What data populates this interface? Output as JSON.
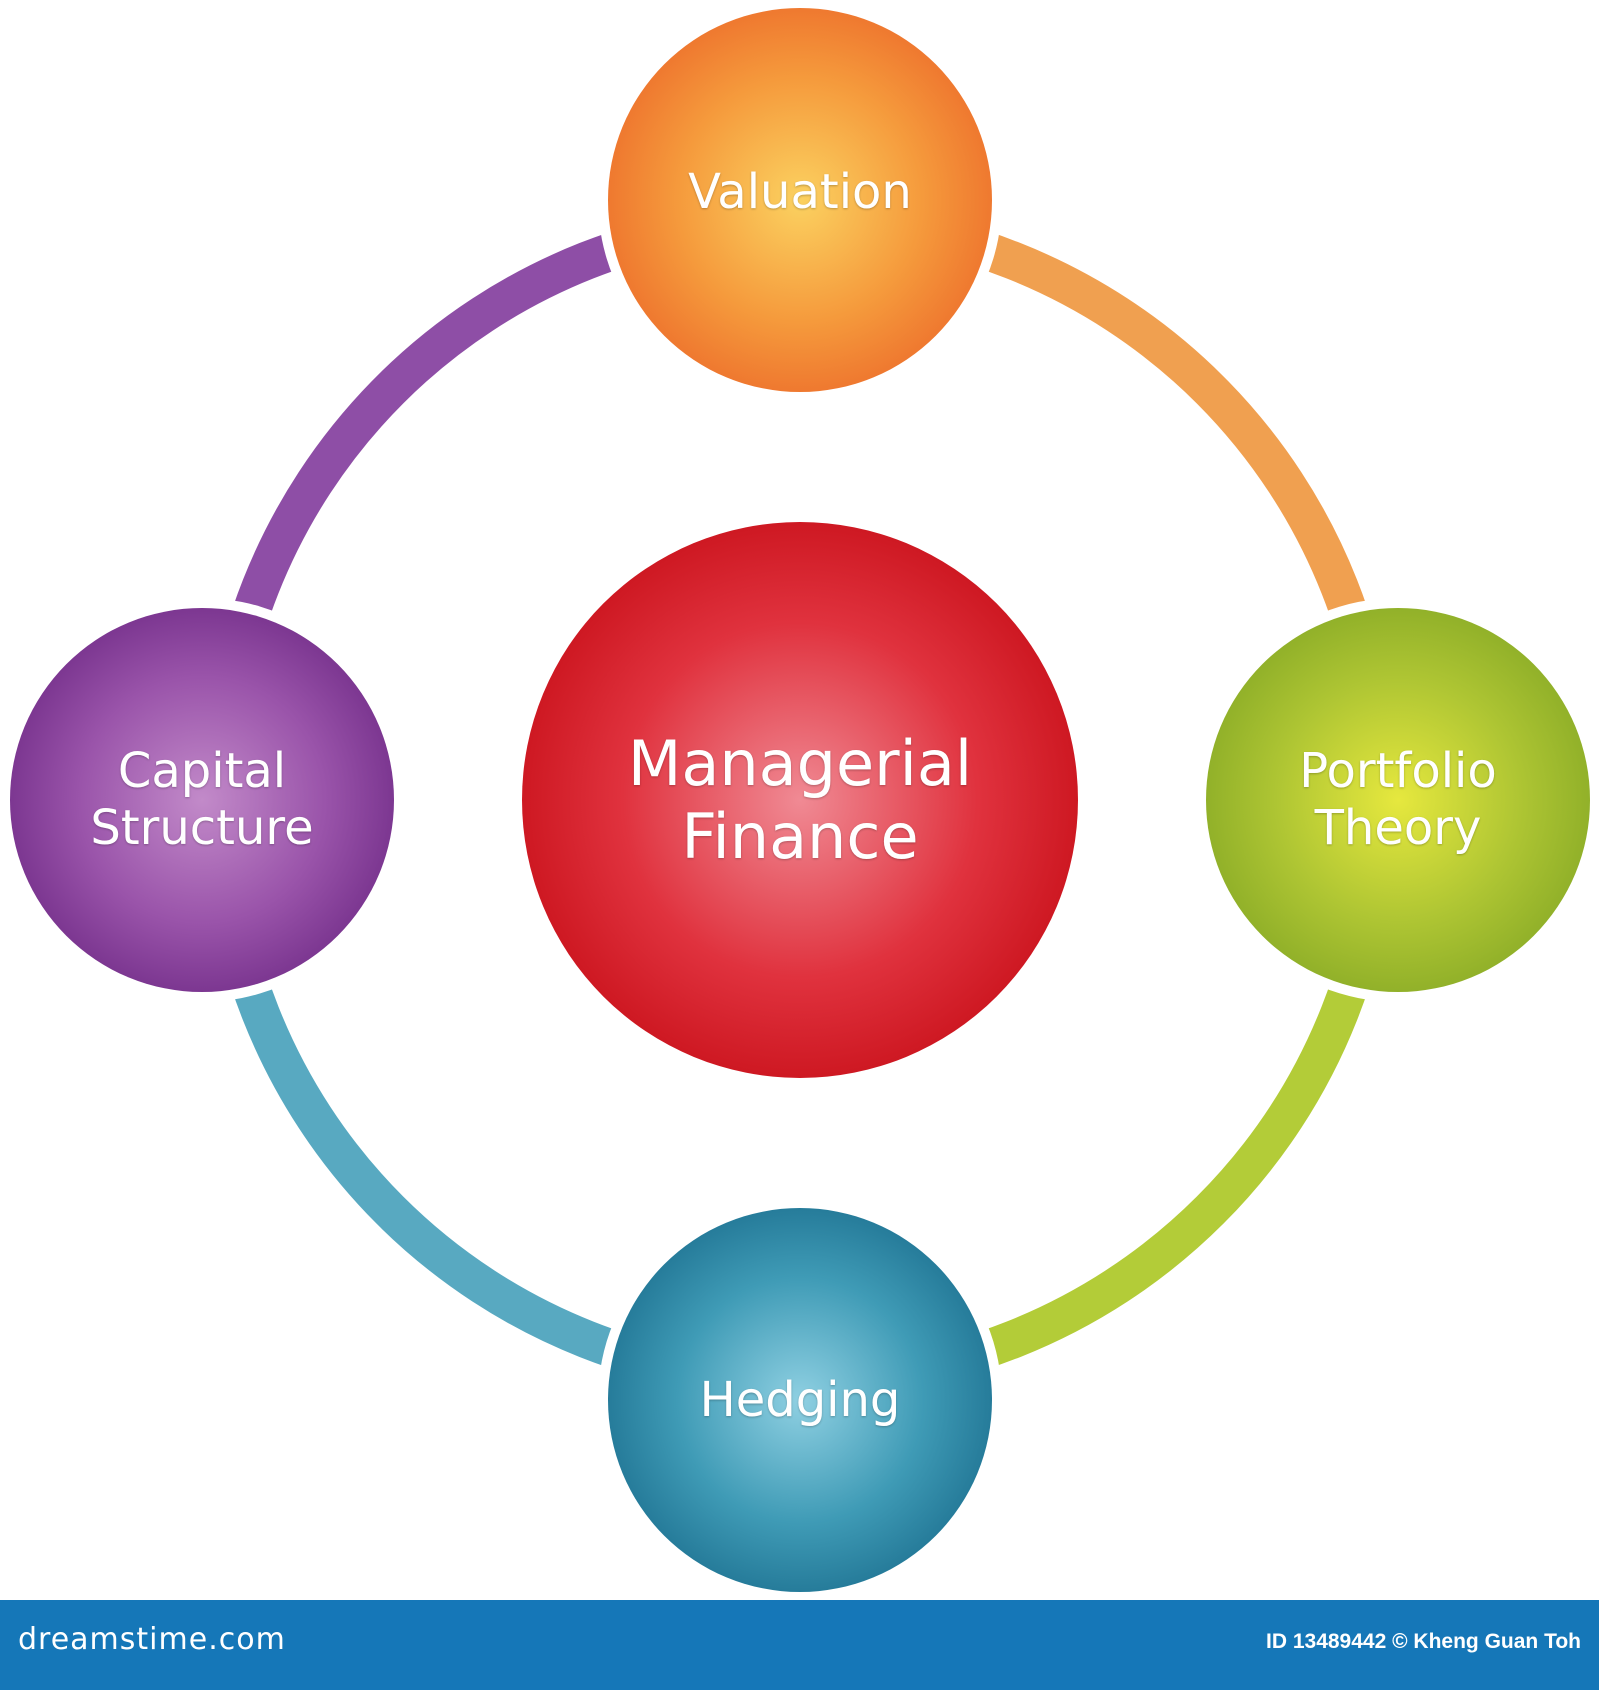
{
  "diagram": {
    "center": {
      "label": "Managerial\nFinance"
    },
    "nodes": [
      {
        "id": "valuation",
        "label": "Valuation"
      },
      {
        "id": "portfolio-theory",
        "label": "Portfolio\nTheory"
      },
      {
        "id": "hedging",
        "label": "Hedging"
      },
      {
        "id": "capital-structure",
        "label": "Capital\nStructure"
      }
    ],
    "colors": {
      "center": [
        "#f08a94",
        "#e0323e",
        "#c60d16"
      ],
      "valuation": [
        "#fbd160",
        "#f59a3c",
        "#ec6a2a"
      ],
      "portfolio-theory": [
        "#e6e83e",
        "#aec533",
        "#85a825"
      ],
      "hedging": [
        "#8fd0e2",
        "#3f9bb6",
        "#1b6e8e"
      ],
      "capital-structure": [
        "#c28ac9",
        "#9a54aa",
        "#6f2a86"
      ],
      "arc_valuation_portfolio": "#f0a050",
      "arc_portfolio_hedging": "#b3cc38",
      "arc_hedging_capital": "#58a9c1",
      "arc_capital_valuation": "#8e4ea6"
    }
  },
  "footer": {
    "brand": "dreamstime.com",
    "credit": "ID 13489442 © Kheng Guan Toh"
  }
}
